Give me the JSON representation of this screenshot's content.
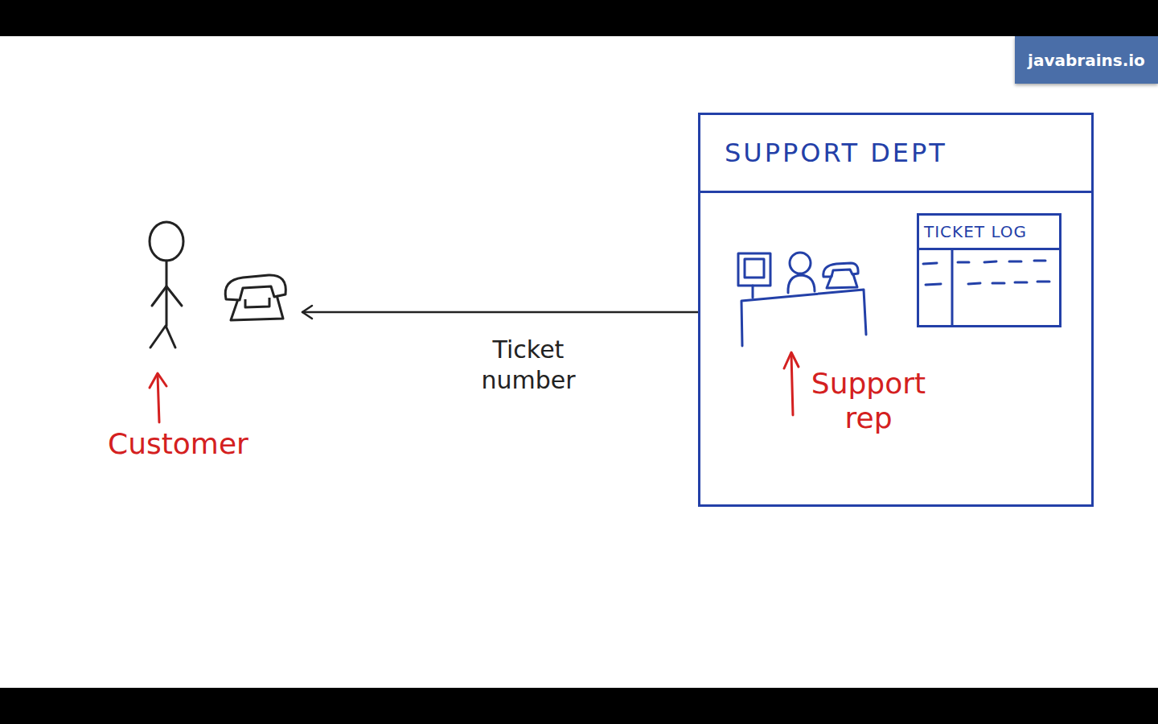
{
  "diagram": {
    "nodes": [
      {
        "text": [
          "Customer"
        ]
      },
      {
        "text": [
          "SUPPORT DEPT"
        ]
      },
      {
        "text": [
          "TICKET LOG"
        ],
        "in": 1
      }
    ],
    "edges": [
      {
        "from": 1,
        "to": 0,
        "label": "Ticket number",
        "arrow": "to"
      }
    ],
    "labels": [
      "Support rep",
      "javabrains.io"
    ]
  }
}
